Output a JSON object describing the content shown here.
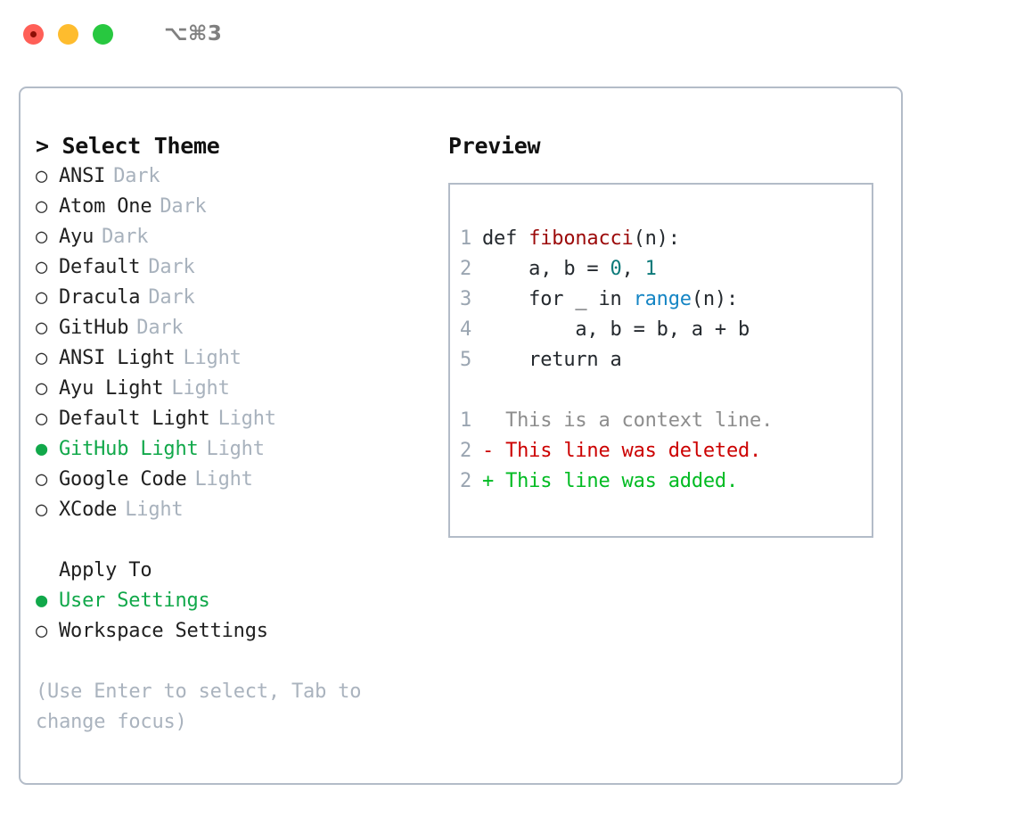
{
  "titlebar": {
    "lights": [
      "close-red",
      "minimize-yellow",
      "maximize-green"
    ],
    "shortcut": "⌥⌘3"
  },
  "colors": {
    "panel_border": "#b3bcc8",
    "selected_green": "#11a84a",
    "badge_gray": "#a8b2bd",
    "hint_gray": "#aab3be",
    "lineno_gray": "#9aa5b1",
    "code_fn_red": "#9c0a0a",
    "code_num_teal": "#0b7a7a",
    "code_call_blue": "#1585c4",
    "diff_context": "#8d8d8d",
    "diff_deleted": "#cc0000",
    "diff_added": "#00bb22"
  },
  "theme_picker": {
    "heading": "> Select Theme",
    "marker_selected": "●",
    "marker_unselected": "○",
    "items": [
      {
        "name": "ANSI",
        "badge": "Dark",
        "selected": false
      },
      {
        "name": "Atom One",
        "badge": "Dark",
        "selected": false
      },
      {
        "name": "Ayu",
        "badge": "Dark",
        "selected": false
      },
      {
        "name": "Default",
        "badge": "Dark",
        "selected": false
      },
      {
        "name": "Dracula",
        "badge": "Dark",
        "selected": false
      },
      {
        "name": "GitHub",
        "badge": "Dark",
        "selected": false
      },
      {
        "name": "ANSI Light",
        "badge": "Light",
        "selected": false
      },
      {
        "name": "Ayu Light",
        "badge": "Light",
        "selected": false
      },
      {
        "name": "Default Light",
        "badge": "Light",
        "selected": false
      },
      {
        "name": "GitHub Light",
        "badge": "Light",
        "selected": true
      },
      {
        "name": "Google Code",
        "badge": "Light",
        "selected": false
      },
      {
        "name": "XCode",
        "badge": "Light",
        "selected": false
      }
    ]
  },
  "apply_to": {
    "heading": "Apply To",
    "options": [
      {
        "label": "User Settings",
        "selected": true
      },
      {
        "label": "Workspace Settings",
        "selected": false
      }
    ]
  },
  "hint": "(Use Enter to select, Tab to change focus)",
  "preview": {
    "heading": "Preview",
    "code_lines": [
      {
        "lineno": "1",
        "tokens": [
          {
            "text": "def ",
            "kind": "plain"
          },
          {
            "text": "fibonacci",
            "kind": "fn"
          },
          {
            "text": "(n):",
            "kind": "plain"
          }
        ]
      },
      {
        "lineno": "2",
        "tokens": [
          {
            "text": "    a, b = ",
            "kind": "plain"
          },
          {
            "text": "0",
            "kind": "num"
          },
          {
            "text": ", ",
            "kind": "plain"
          },
          {
            "text": "1",
            "kind": "num"
          }
        ]
      },
      {
        "lineno": "3",
        "tokens": [
          {
            "text": "    for _ in ",
            "kind": "plain"
          },
          {
            "text": "range",
            "kind": "call"
          },
          {
            "text": "(n):",
            "kind": "plain"
          }
        ]
      },
      {
        "lineno": "4",
        "tokens": [
          {
            "text": "        a, b = b, a + b",
            "kind": "plain"
          }
        ]
      },
      {
        "lineno": "5",
        "tokens": [
          {
            "text": "    return a",
            "kind": "plain"
          }
        ]
      }
    ],
    "diff_lines": [
      {
        "lineno": "1",
        "marker": "  ",
        "text": "This is a context line.",
        "kind": "context"
      },
      {
        "lineno": "2",
        "marker": "- ",
        "text": "This line was deleted.",
        "kind": "deleted"
      },
      {
        "lineno": "2",
        "marker": "+ ",
        "text": "This line was added.",
        "kind": "added"
      }
    ]
  }
}
